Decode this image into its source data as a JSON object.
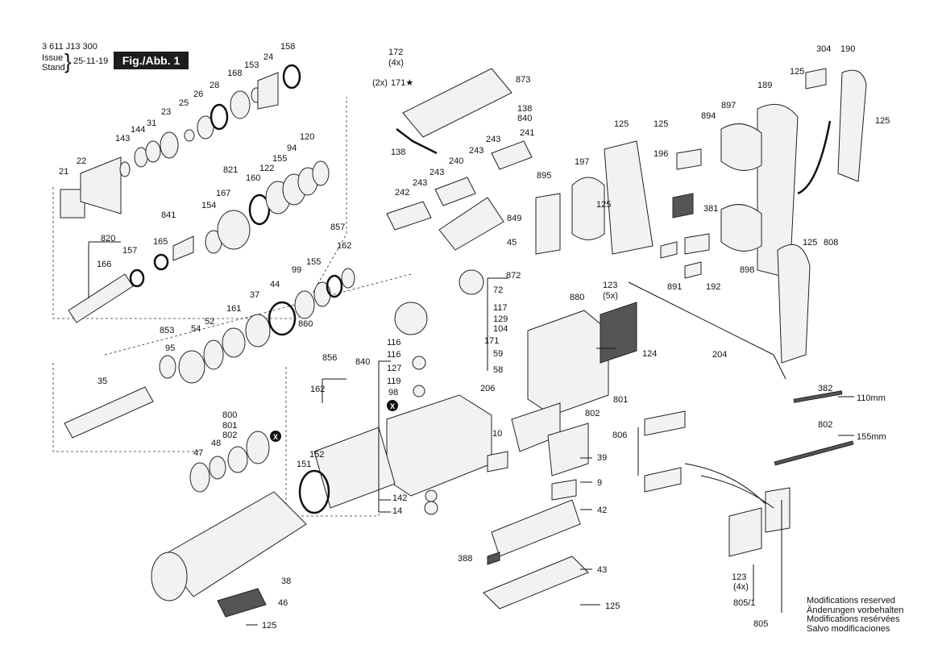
{
  "header": {
    "doc_number": "3 611 J13 300",
    "issue_label": "Issue",
    "stand_label": "Stand",
    "brace": "}",
    "date": "25-11-19",
    "fig_label": "Fig./Abb. 1"
  },
  "notes": [
    "Modifications reserved",
    "Änderungen vorbehalten",
    "Modifications resérvées",
    "Salvo modificaciones"
  ],
  "labels": {
    "p172": "172",
    "p4x_a": "(4x)",
    "p2x": "(2x)",
    "p171a": "171★",
    "p873": "873",
    "p138a": "138",
    "p840a": "840",
    "p138b": "138",
    "p243a": "243",
    "p243b": "243",
    "p241": "241",
    "p240": "240",
    "p243c": "243",
    "p243d": "243",
    "p242": "242",
    "p895": "895",
    "p849": "849",
    "p45": "45",
    "p304": "304",
    "p190": "190",
    "p189": "189",
    "p125a": "125",
    "p125b": "125",
    "p125c": "125",
    "p897": "897",
    "p894": "894",
    "p125d": "125",
    "p196": "196",
    "p197": "197",
    "p125e": "125",
    "p381": "381",
    "p898": "898",
    "p891": "891",
    "p192": "192",
    "p125f": "125",
    "p808": "808",
    "p204": "204",
    "p158": "158",
    "p24": "24",
    "p153": "153",
    "p168": "168",
    "p28": "28",
    "p26": "26",
    "p25": "25",
    "p23": "23",
    "p31": "31",
    "p144": "144",
    "p143": "143",
    "p22": "22",
    "p21": "21",
    "p120": "120",
    "p94": "94",
    "p155a": "155",
    "p122": "122",
    "p821": "821",
    "p160": "160",
    "p167": "167",
    "p154": "154",
    "p841": "841",
    "p165": "165",
    "p820": "820",
    "p166": "166",
    "p157": "157",
    "p857": "857",
    "p162a": "162",
    "p99": "99",
    "p155b": "155",
    "p44": "44",
    "p37": "37",
    "p161": "161",
    "p860": "860",
    "p853": "853",
    "p54": "54",
    "p52": "52",
    "p95": "95",
    "p35": "35",
    "p856": "856",
    "p162b": "162",
    "p800": "800",
    "p801": "801",
    "p802a": "802",
    "p47": "47",
    "p48": "48",
    "p152": "152",
    "p151": "151",
    "p38": "38",
    "p46": "46",
    "p125g": "125",
    "p872": "872",
    "p72": "72",
    "p117": "117",
    "p129": "129",
    "p104": "104",
    "p171b": "171",
    "p59": "59",
    "p58": "58",
    "p116a": "116",
    "p116b": "116",
    "p840b": "840",
    "p127": "127",
    "p119": "119",
    "p98": "98",
    "p206": "206",
    "p142": "142",
    "p14": "14",
    "p880": "880",
    "p123a": "123",
    "p5x": "(5x)",
    "p124": "124",
    "p801b": "801",
    "p802b": "802",
    "p10": "10",
    "p39": "39",
    "p9": "9",
    "p42": "42",
    "p388": "388",
    "p43": "43",
    "p125h": "125",
    "p806": "806",
    "p382": "382",
    "p110": "110mm",
    "p802c": "802",
    "p155mm": "155mm",
    "p123b": "123",
    "p4x_b": "(4x)",
    "p805_1": "805/1",
    "p805": "805",
    "x1": "X",
    "x2": "X"
  }
}
